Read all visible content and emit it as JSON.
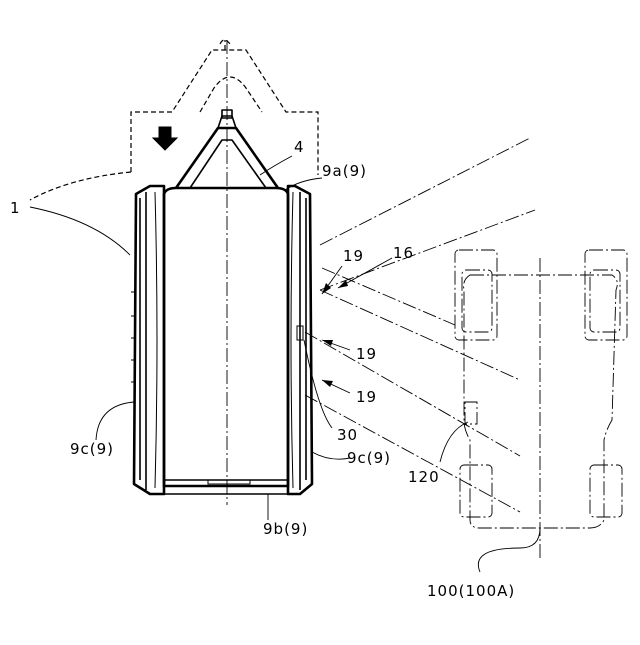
{
  "labels": {
    "ref_1": "1",
    "ref_4": "4",
    "ref_9a": "9a(9)",
    "ref_16": "16",
    "ref_19_top": "19",
    "ref_19_mid": "19",
    "ref_19_bottom": "19",
    "ref_30": "30",
    "ref_9c_left": "9c(9)",
    "ref_9c_right": "9c(9)",
    "ref_120": "120",
    "ref_9b": "9b(9)",
    "ref_100": "100(100A)"
  },
  "colors": {
    "line": "#000000",
    "background": "#ffffff"
  }
}
